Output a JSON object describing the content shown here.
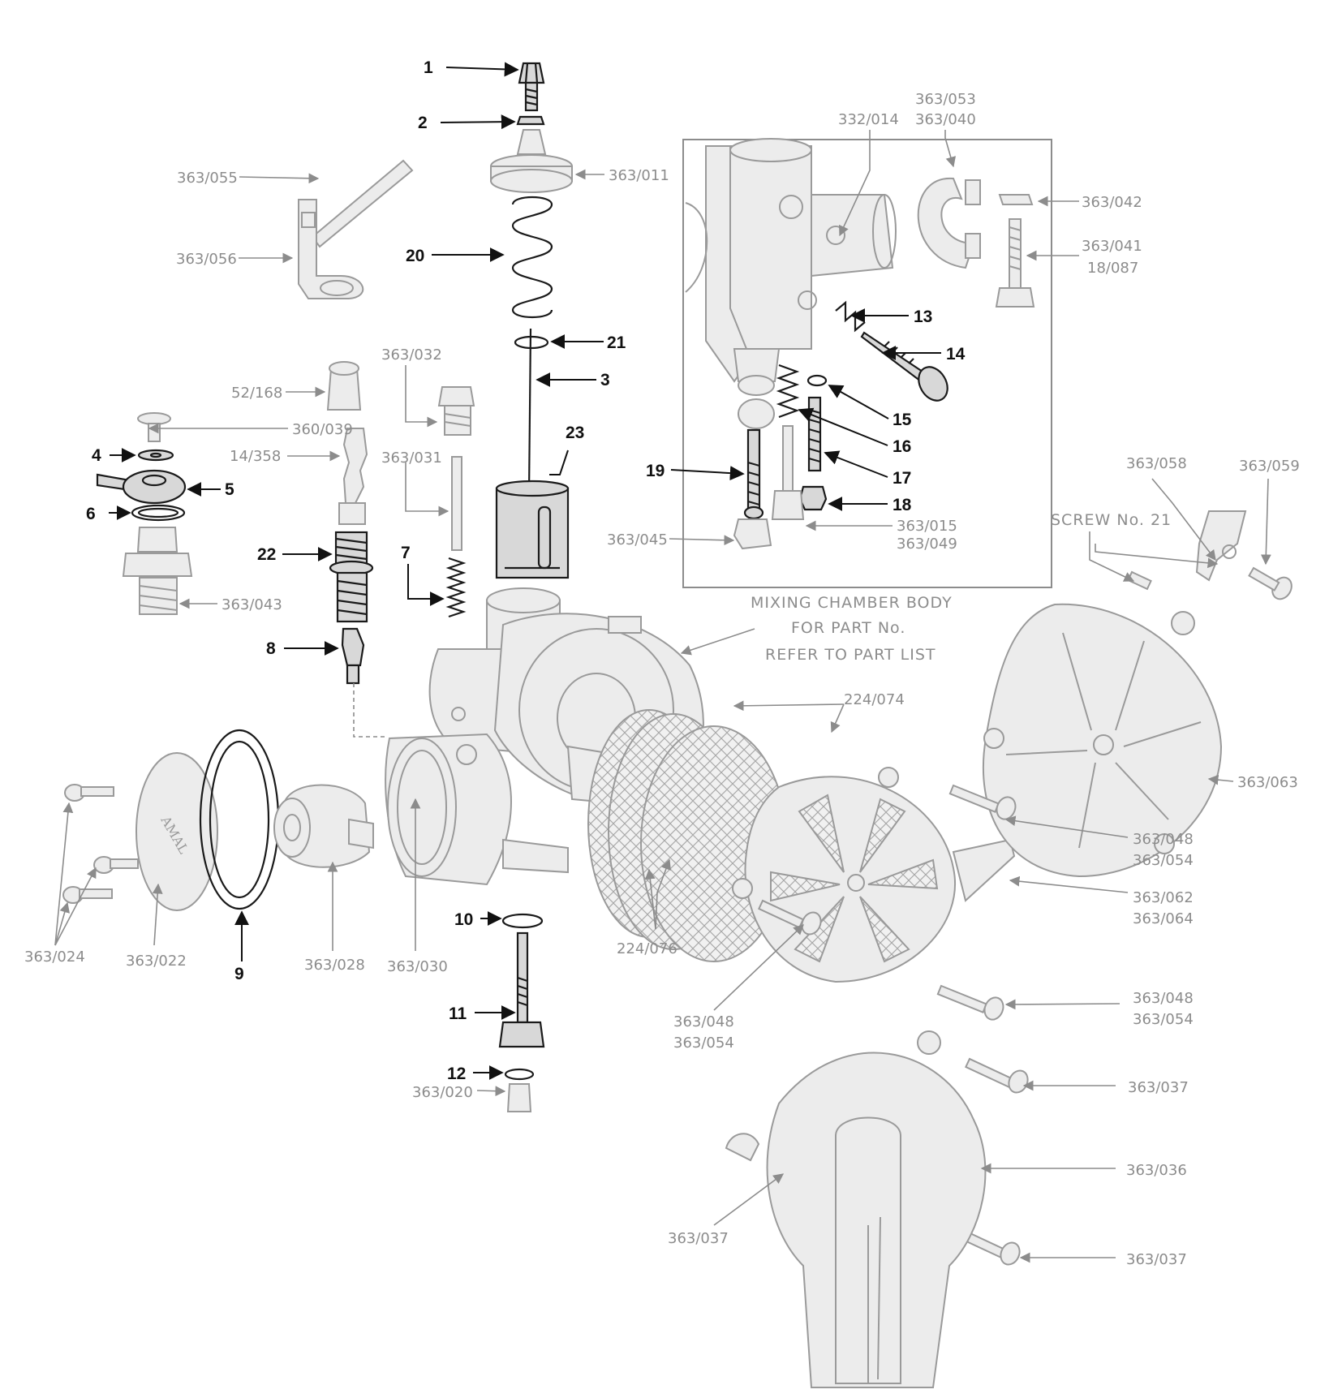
{
  "inset_note": {
    "line1": "MIXING CHAMBER BODY",
    "line2": "FOR PART No.",
    "line3": "REFER TO PART LIST"
  },
  "screw_note": "SCREW No. 21",
  "labels": {
    "n1": "1",
    "n2": "2",
    "n3": "3",
    "n4": "4",
    "n5": "5",
    "n6": "6",
    "n7": "7",
    "n8": "8",
    "n9": "9",
    "n10": "10",
    "n11": "11",
    "n12": "12",
    "n13": "13",
    "n14": "14",
    "n15": "15",
    "n16": "16",
    "n17": "17",
    "n18": "18",
    "n19": "19",
    "n20": "20",
    "n21": "21",
    "n22": "22",
    "n23": "23",
    "p055": "363/055",
    "p056": "363/056",
    "p011": "363/011",
    "p014": "332/014",
    "p053": "363/053",
    "p040": "363/040",
    "p042": "363/042",
    "p041": "363/041",
    "p087": "18/087",
    "p168": "52/168",
    "p032": "363/032",
    "p039": "360/039",
    "p358": "14/358",
    "p031": "363/031",
    "p043": "363/043",
    "p045": "363/045",
    "p015": "363/015",
    "p049": "363/049",
    "p058": "363/058",
    "p059": "363/059",
    "p074": "224/074",
    "p063": "363/063",
    "p048a": "363/048",
    "p054a": "363/054",
    "p062": "363/062",
    "p064": "363/064",
    "p024": "363/024",
    "p022": "363/022",
    "p028": "363/028",
    "p030": "363/030",
    "p076": "224/076",
    "p048b": "363/048",
    "p054b": "363/054",
    "p048c": "363/048",
    "p054c": "363/054",
    "p020": "363/020",
    "p037a": "363/037",
    "p036": "363/036",
    "p037b": "363/037",
    "p037c": "363/037"
  },
  "cover_text": "AMAL"
}
